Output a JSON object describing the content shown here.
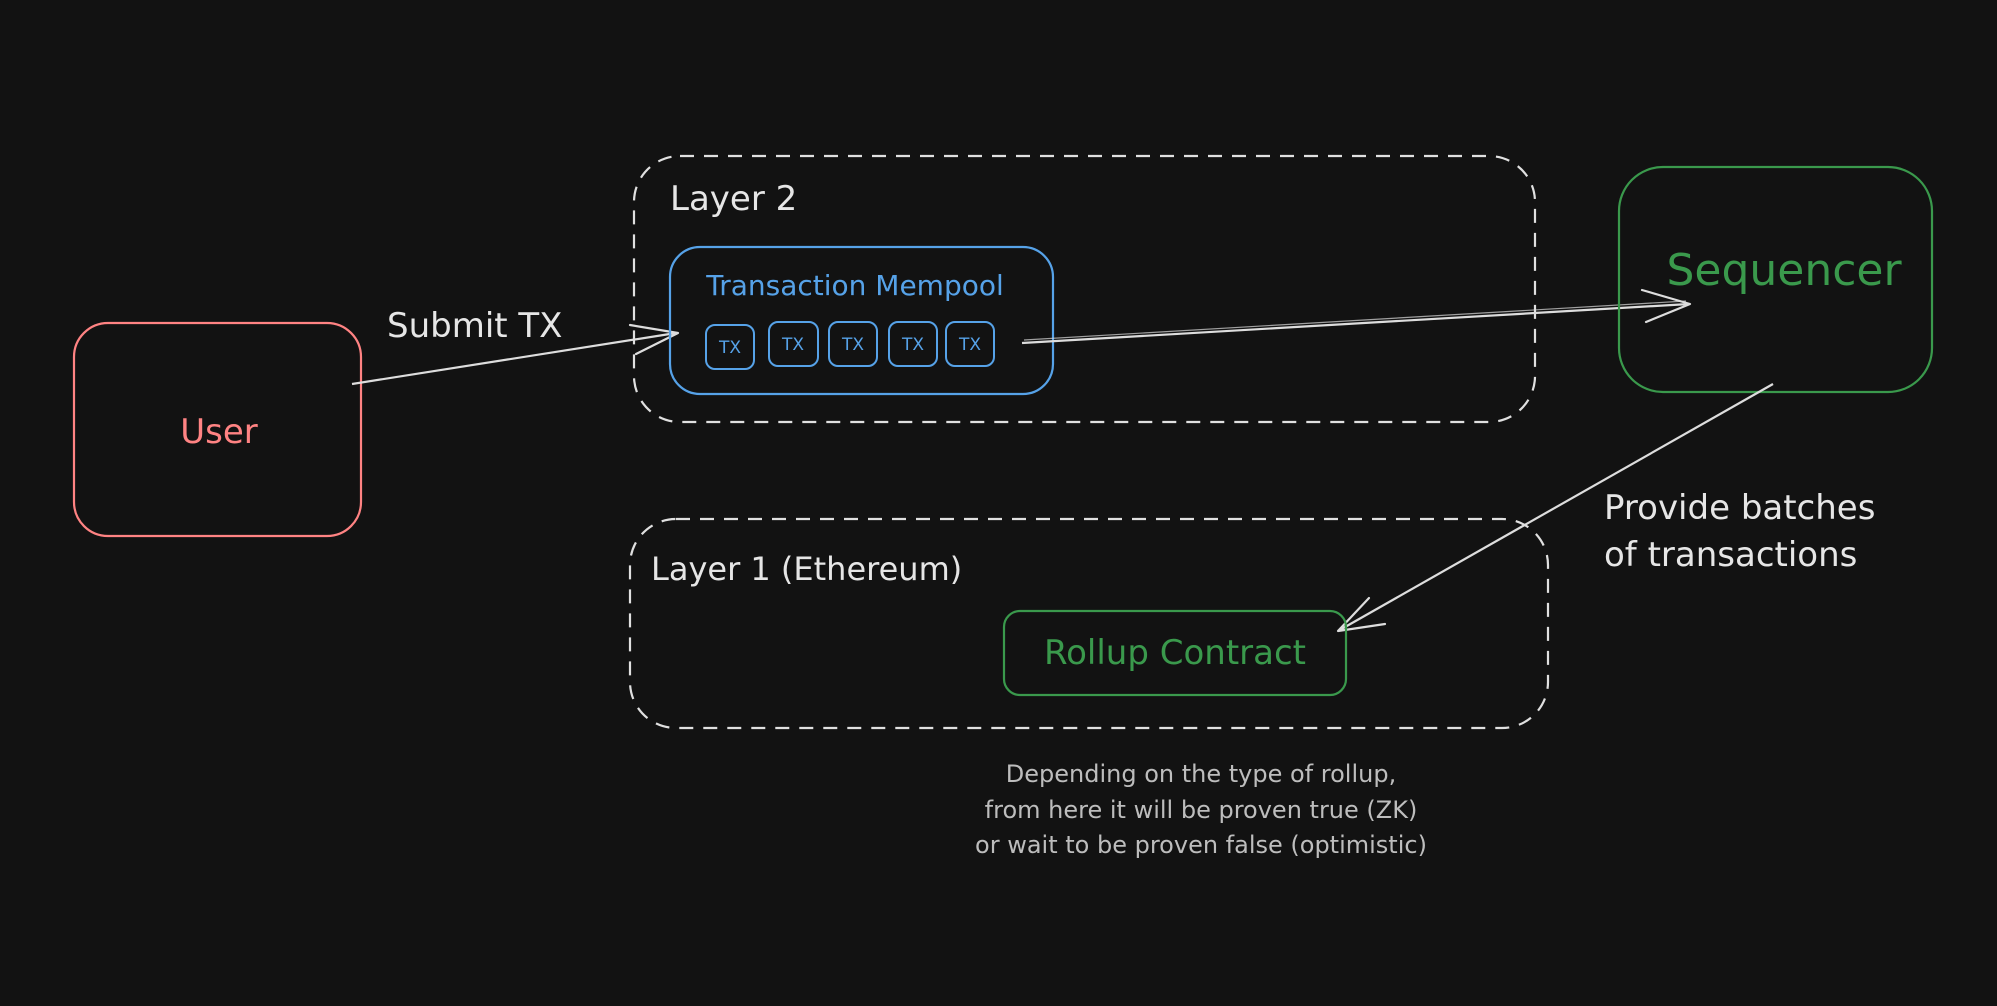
{
  "colors": {
    "background": "#121212",
    "user": "#ff8383",
    "mempool": "#56a2e8",
    "sequencer": "#3a994c",
    "rollup": "#3a994c",
    "layer_outline": "#e0e0e0",
    "arrow": "#dddddd",
    "note": "#bdbdbd"
  },
  "user": {
    "label": "User"
  },
  "arrows": {
    "submit_label": "Submit TX",
    "batch_label_line1": "Provide batches",
    "batch_label_line2": "of transactions"
  },
  "layer2": {
    "title": "Layer 2",
    "mempool": {
      "title": "Transaction Mempool",
      "items": [
        "TX",
        "TX",
        "TX",
        "TX",
        "TX"
      ]
    }
  },
  "sequencer": {
    "label": "Sequencer"
  },
  "layer1": {
    "title": "Layer 1 (Ethereum)",
    "rollup_contract": "Rollup Contract"
  },
  "note": {
    "line1": "Depending on the type of rollup,",
    "line2": "from here it will be proven true (ZK)",
    "line3": "or wait to be proven false (optimistic)"
  }
}
